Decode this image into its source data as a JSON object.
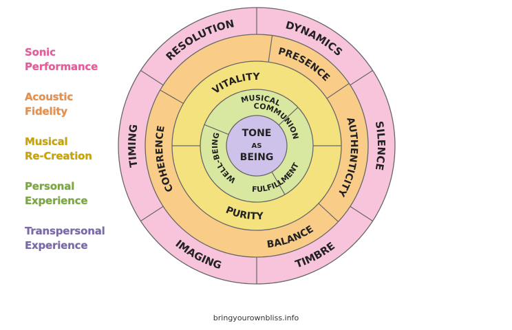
{
  "legend": [
    {
      "lines": [
        "Sonic",
        "Performance"
      ],
      "color": "#e85a9c"
    },
    {
      "lines": [
        "Acoustic",
        "Fidelity"
      ],
      "color": "#e8904a"
    },
    {
      "lines": [
        "Musical",
        "Re-Creation"
      ],
      "color": "#c8a400"
    },
    {
      "lines": [
        "Personal",
        "Experience"
      ],
      "color": "#7aa83c"
    },
    {
      "lines": [
        "Transpersonal",
        "Experience"
      ],
      "color": "#7a68a8"
    }
  ],
  "colors": {
    "ring1": "#f7c4dc",
    "ring2": "#f9cc88",
    "ring3": "#f4e27e",
    "ring4": "#d9e8a0",
    "center": "#cfc2ea",
    "stroke": "#666666"
  },
  "rings": {
    "outer": [
      "RESOLUTION",
      "DYNAMICS",
      "SILENCE",
      "TIMBRE",
      "IMAGING",
      "TIMING"
    ],
    "acoustic": [
      "PRESENCE",
      "AUTHENTICITY",
      "BALANCE",
      "COHERENCE"
    ],
    "musical": [
      "VITALITY",
      "PURITY"
    ],
    "personal": [
      "MUSICAL COMMUNION",
      "FULFILLMENT",
      "WELL-BEING"
    ]
  },
  "center": {
    "line1": "TONE",
    "line2": "AS",
    "line3": "BEING"
  },
  "footer": "bringyourownbliss.info"
}
